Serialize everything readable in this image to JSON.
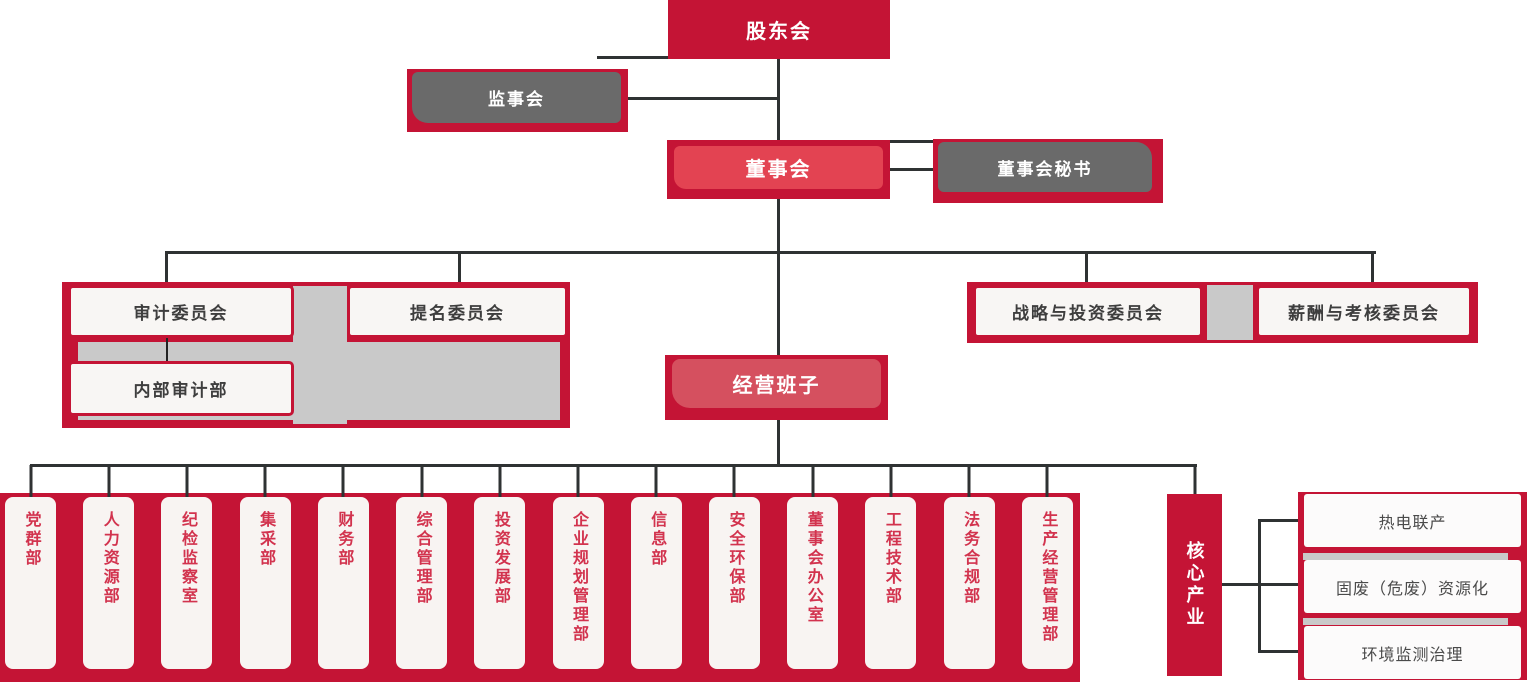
{
  "colors": {
    "primary_red": "#C41435",
    "board_inner_rose": "#E34352",
    "management_inner_rose": "#D5505F",
    "gray_node": "#6A6A6A",
    "gray_filler": "#C9C9C9",
    "panel_white": "#F8F6F4",
    "connector_line": "#2F3233",
    "department_text_red": "#D2334E",
    "panel_text_dark": "#3E3E3E"
  },
  "nodes": {
    "shareholders": "股东会",
    "supervisory": "监事会",
    "board": "董事会",
    "board_secretary": "董事会秘书",
    "management": "经营班子",
    "core_industry": "核心产业"
  },
  "committees": {
    "audit": "审计委员会",
    "nomination": "提名委员会",
    "internal_audit": "内部审计部",
    "strategy_investment": "战略与投资委员会",
    "compensation_assessment": "薪酬与考核委员会"
  },
  "departments": [
    "党群部",
    "人力资源部",
    "纪检监察室",
    "集采部",
    "财务部",
    "综合管理部",
    "投资发展部",
    "企业规划管理部",
    "信息部",
    "安全环保部",
    "董事会办公室",
    "工程技术部",
    "法务合规部",
    "生产经营管理部"
  ],
  "industries": [
    "热电联产",
    "固废（危废）资源化",
    "环境监测治理"
  ]
}
